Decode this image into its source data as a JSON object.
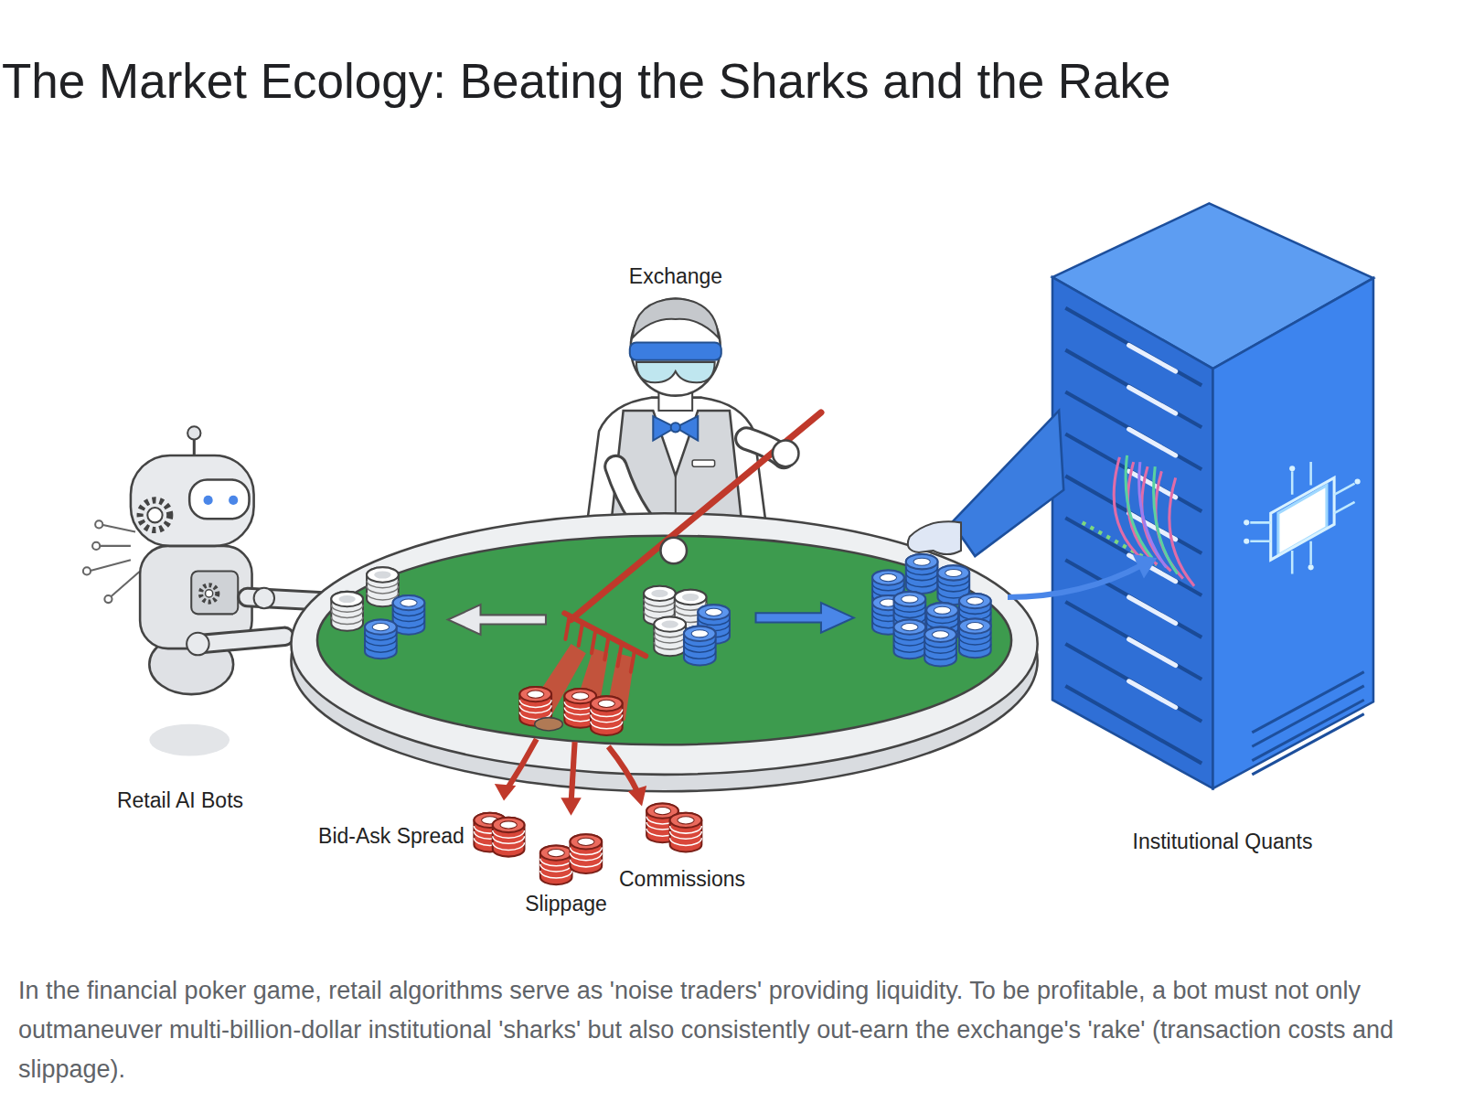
{
  "diagram": {
    "title": "The Market Ecology: Beating the Sharks and the Rake",
    "caption": "In the financial poker game, retail algorithms serve as 'noise traders' providing liquidity. To be profitable, a bot must not only outmaneuver multi-billion-dollar institutional 'sharks' but also consistently out-earn the exchange's 'rake' (transaction costs and slippage).",
    "labels": [
      "Exchange",
      "Retail AI Bots",
      "Bid-Ask Spread",
      "Institutional Quants",
      "Commissions",
      "Slippage"
    ]
  }
}
